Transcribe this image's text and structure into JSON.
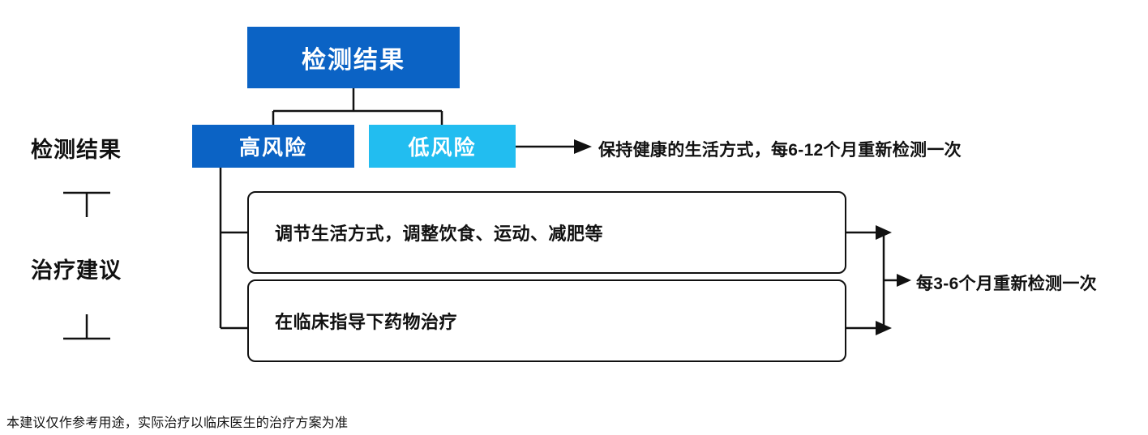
{
  "diagram": {
    "title_node": {
      "label": "检测结果"
    },
    "risk_nodes": [
      {
        "key": "high",
        "label": "高风险",
        "color": "#0b63c5"
      },
      {
        "key": "low",
        "label": "低风险",
        "color": "#22bdf0"
      }
    ],
    "axis_labels": [
      {
        "key": "result",
        "label": "检测结果"
      },
      {
        "key": "advice",
        "label": "治疗建议"
      }
    ],
    "low_risk_note": "保持健康的生活方式，每6-12个月重新检测一次",
    "advice_boxes": [
      {
        "key": "lifestyle",
        "label": "调节生活方式，调整饮食、运动、减肥等"
      },
      {
        "key": "medication",
        "label": "在临床指导下药物治疗"
      }
    ],
    "retest_note": "每3-6个月重新检测一次",
    "footnote": "本建议仅作参考用途，实际治疗以临床医生的治疗方案为准"
  }
}
